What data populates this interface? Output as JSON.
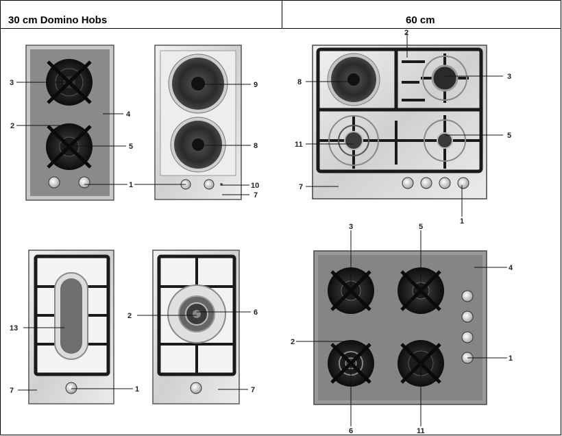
{
  "header": {
    "left_title": "30 cm Domino Hobs",
    "right_title": "60 cm"
  },
  "callouts": {
    "n1": "1",
    "n2": "2",
    "n3": "3",
    "n4": "4",
    "n5": "5",
    "n6": "6",
    "n7": "7",
    "n8": "8",
    "n9": "9",
    "n10": "10",
    "n11": "11",
    "n13": "13"
  },
  "colors": {
    "steel": "#d9d9d9",
    "dark_glass": "#7a7a7a",
    "burner_black": "#1a1a1a",
    "grill": "#8c8c8c"
  }
}
